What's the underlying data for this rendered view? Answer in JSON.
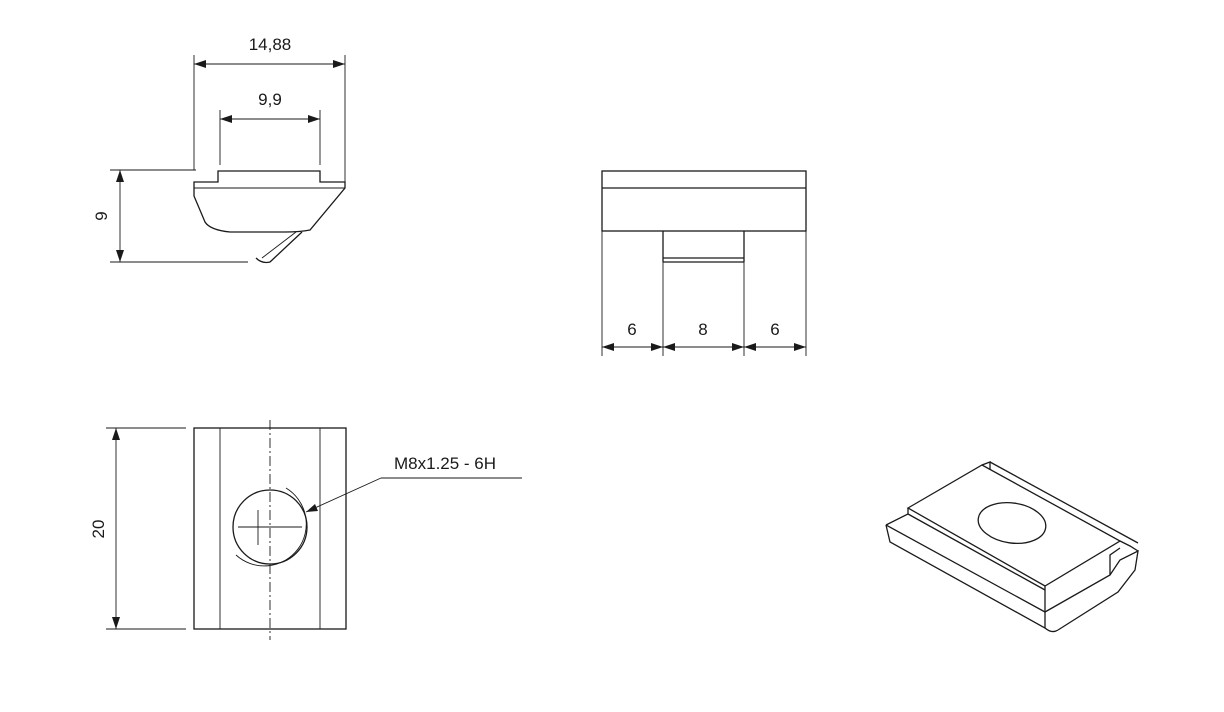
{
  "dimensions": {
    "profile_width": "14,88",
    "slot_width": "9,9",
    "profile_height": "9",
    "front_left": "6",
    "front_middle": "8",
    "front_right": "6",
    "top_length": "20"
  },
  "callouts": {
    "thread": "M8x1.25 - 6H"
  }
}
